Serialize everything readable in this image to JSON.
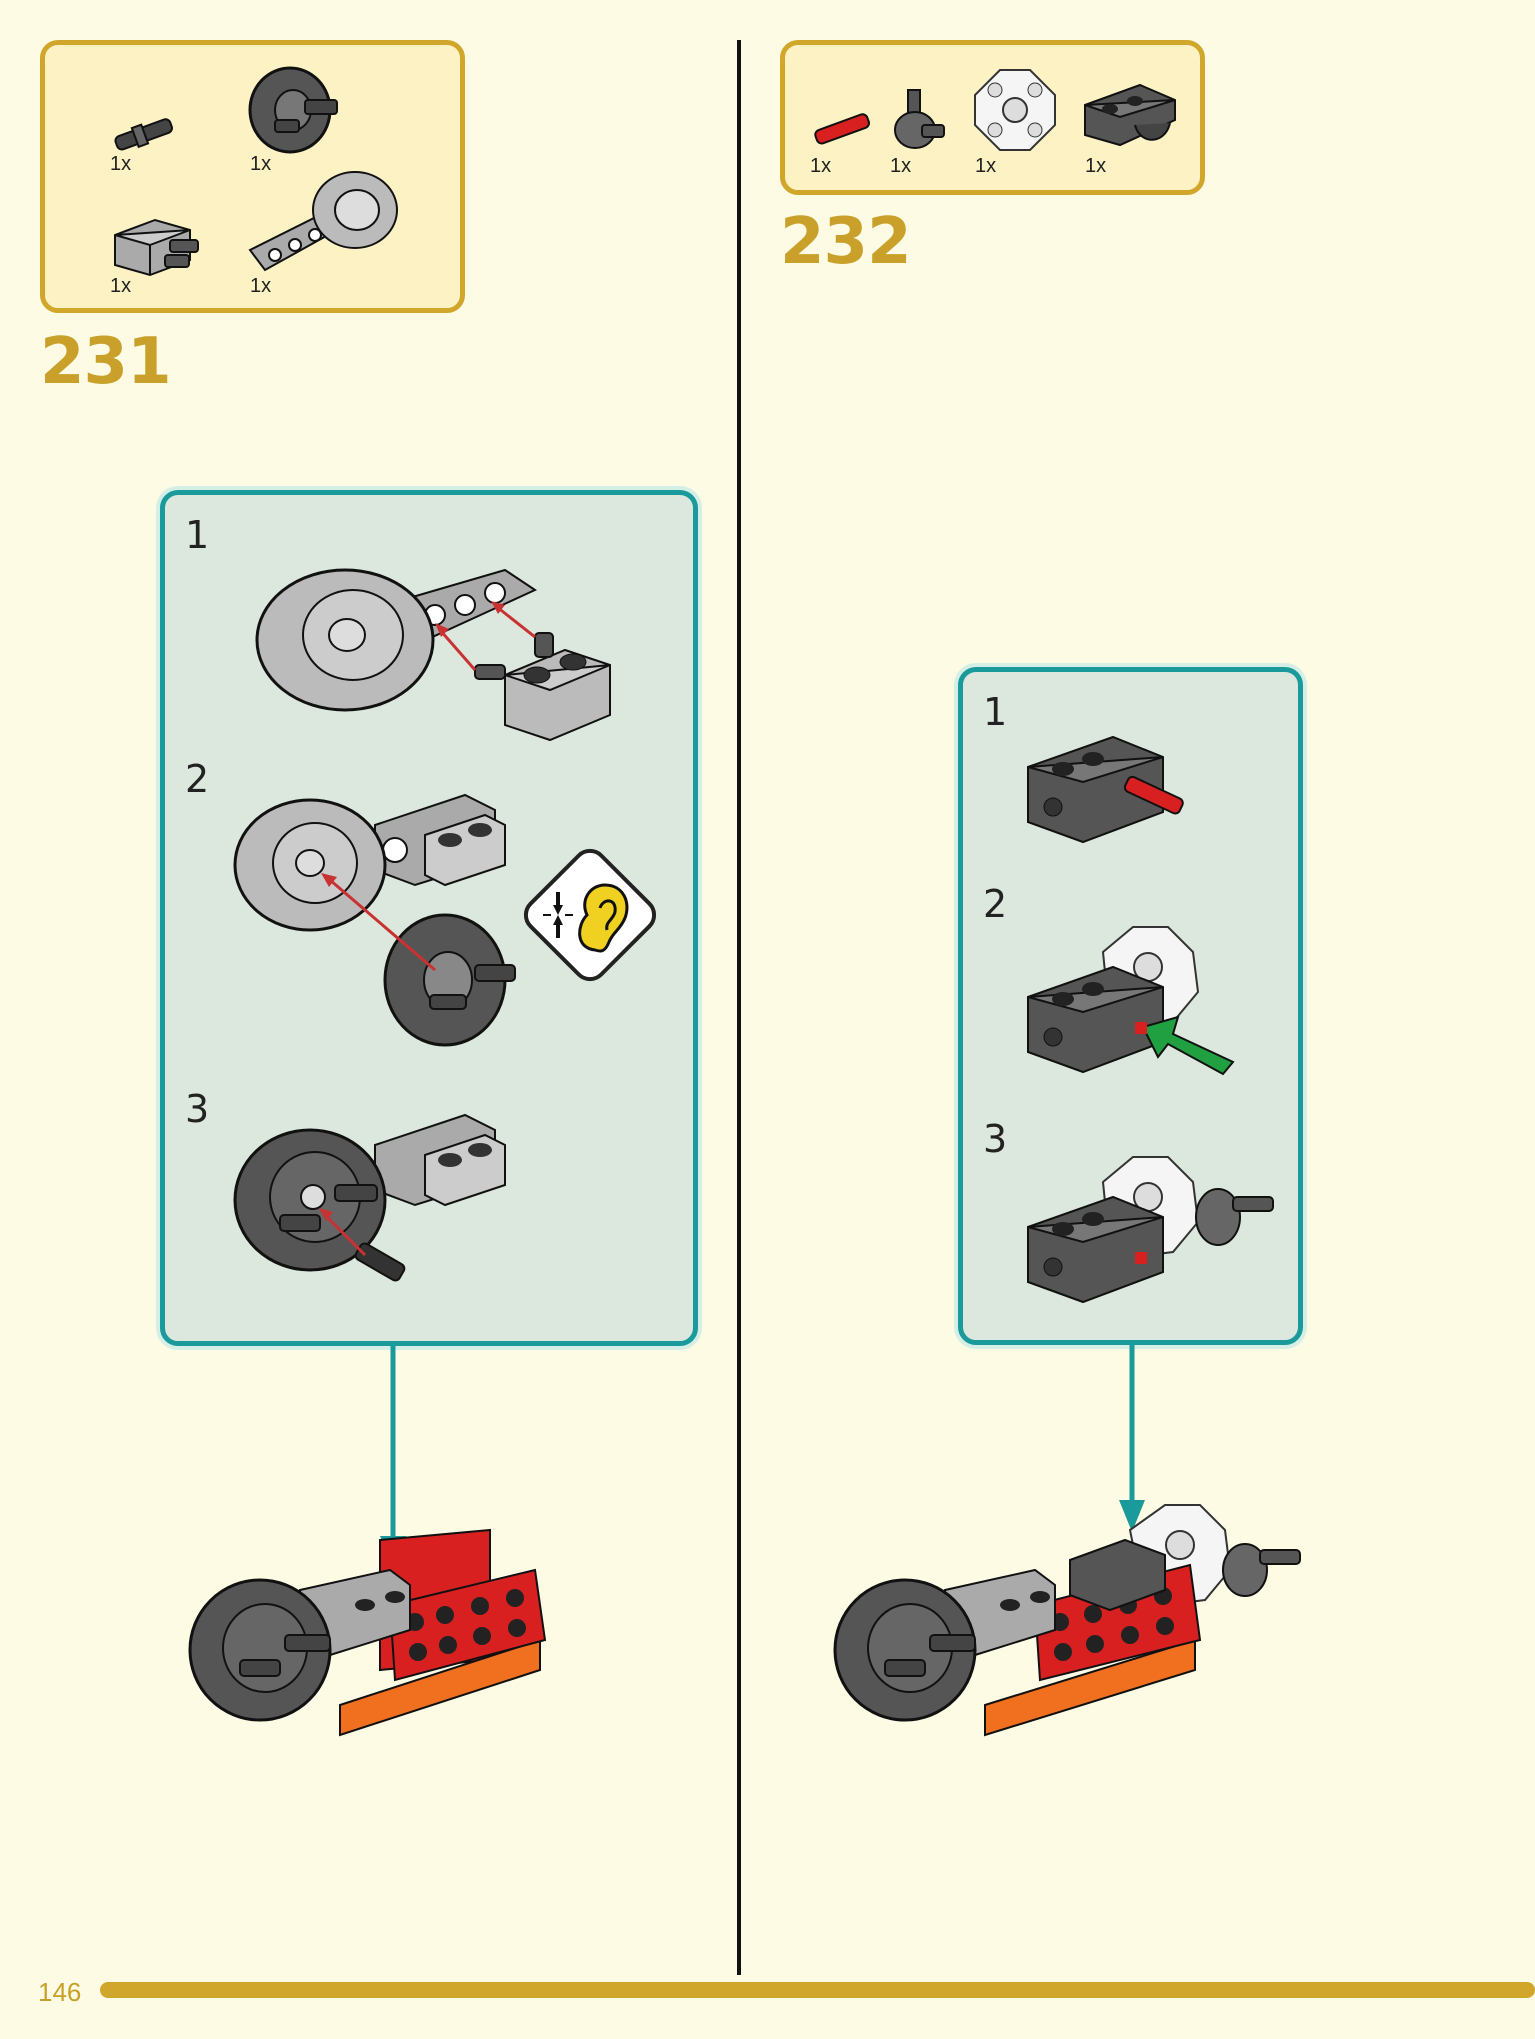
{
  "page_number": "146",
  "steps": [
    {
      "number": "231",
      "parts": [
        {
          "qty": "1x",
          "icon": "pin-connector-icon"
        },
        {
          "qty": "1x",
          "icon": "dark-wheel-hub-icon"
        },
        {
          "qty": "1x",
          "icon": "brick-with-pins-icon"
        },
        {
          "qty": "1x",
          "icon": "arm-with-wheel-icon"
        }
      ],
      "substeps": [
        {
          "number": "1"
        },
        {
          "number": "2"
        },
        {
          "number": "3"
        }
      ],
      "hint_icon": "click-sound-ear-icon"
    },
    {
      "number": "232",
      "parts": [
        {
          "qty": "1x",
          "icon": "red-axle-icon"
        },
        {
          "qty": "1x",
          "icon": "axle-connector-icon"
        },
        {
          "qty": "1x",
          "icon": "white-octagon-connector-icon"
        },
        {
          "qty": "1x",
          "icon": "dark-bracket-icon"
        }
      ],
      "substeps": [
        {
          "number": "1"
        },
        {
          "number": "2"
        },
        {
          "number": "3"
        }
      ]
    }
  ],
  "colors": {
    "page_bg": "#fdfbe4",
    "parts_border": "#d0a72b",
    "parts_bg": "#fcf2c4",
    "step_number": "#c9a12a",
    "subassembly_border": "#1a9a9a",
    "subassembly_bg": "#dce8de"
  }
}
